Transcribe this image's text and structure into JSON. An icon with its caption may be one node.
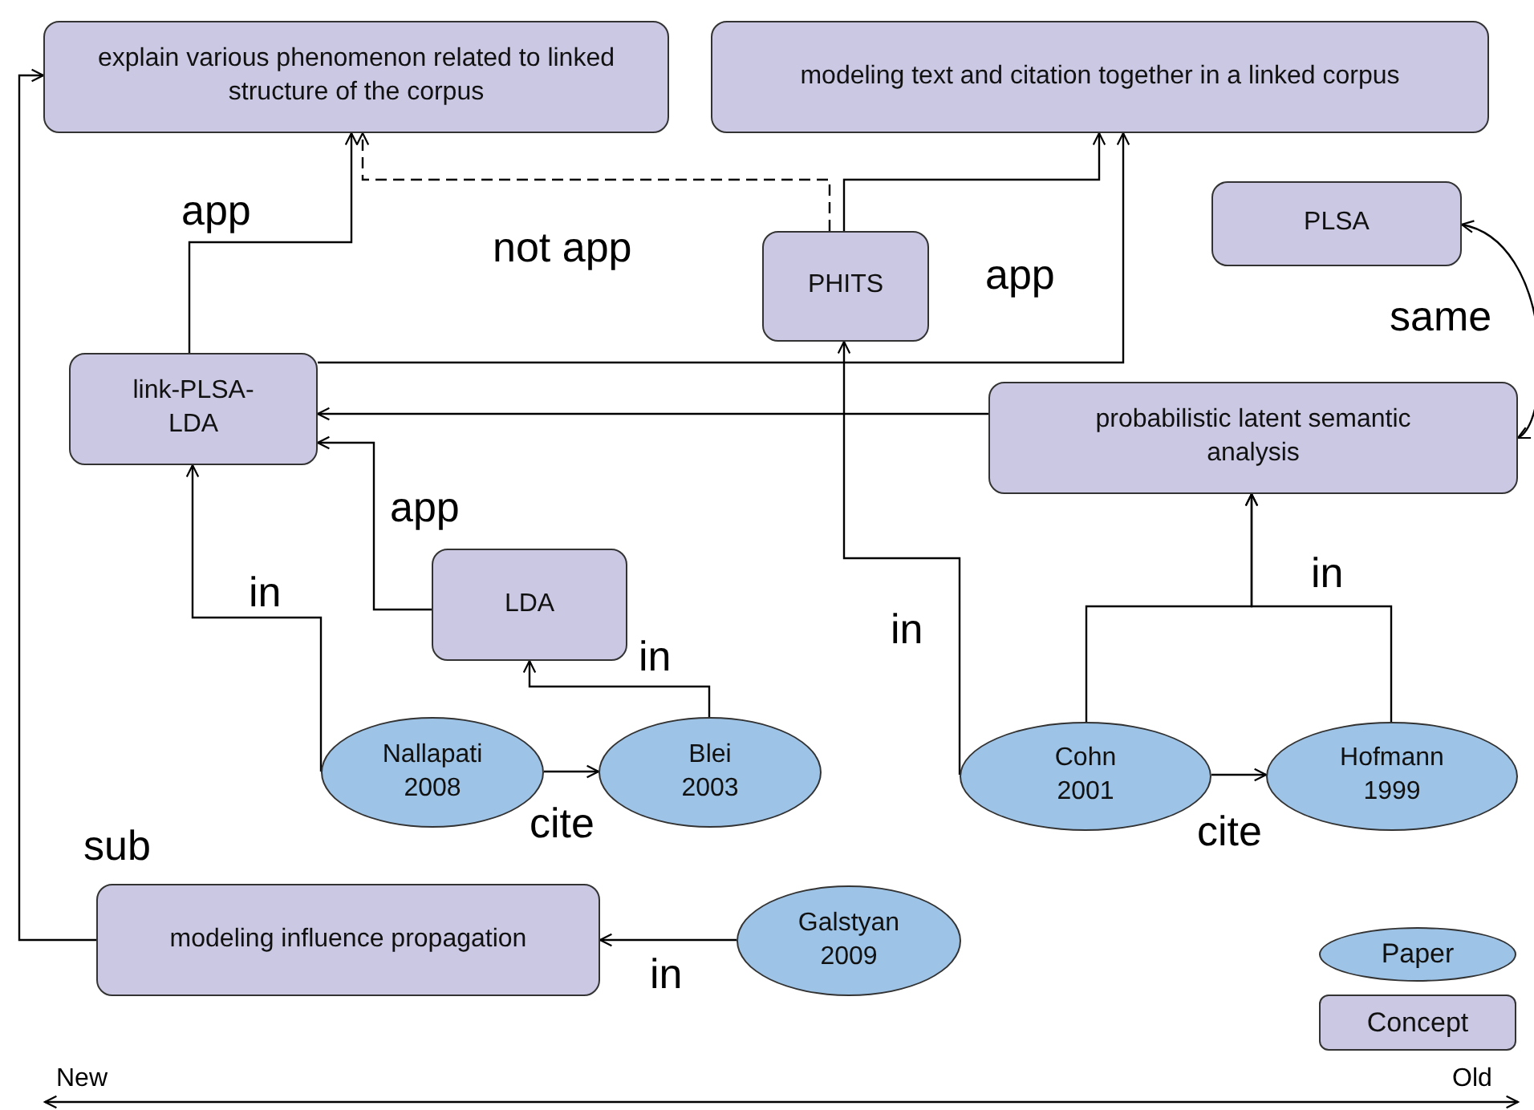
{
  "diagram": {
    "nodes": [
      {
        "text": [
          "explain various phenomenon related to linked structure of the corpus"
        ]
      },
      {
        "text": [
          "modeling text and citation together in a linked corpus"
        ]
      },
      {
        "text": [
          "PLSA"
        ]
      },
      {
        "text": [
          "PHITS"
        ]
      },
      {
        "text": [
          "link-PLSA-LDA"
        ]
      },
      {
        "text": [
          "probabilistic latent semantic analysis"
        ]
      },
      {
        "text": [
          "LDA"
        ]
      },
      {
        "text": [
          "Nallapati 2008"
        ]
      },
      {
        "text": [
          "Blei 2003"
        ]
      },
      {
        "text": [
          "Cohn 2001"
        ]
      },
      {
        "text": [
          "Hofmann 1999"
        ]
      },
      {
        "text": [
          "modeling influence propagation"
        ]
      },
      {
        "text": [
          "Galstyan 2009"
        ]
      }
    ],
    "edges": [
      {
        "from": 4,
        "to": 0,
        "arrow": "to",
        "label": "app"
      },
      {
        "from": 3,
        "to": 0,
        "arrow": "to",
        "label": "not app",
        "style": "dashed"
      },
      {
        "from": 3,
        "to": 1,
        "arrow": "to"
      },
      {
        "from": 4,
        "to": 1,
        "arrow": "to",
        "label": "app"
      },
      {
        "from": 5,
        "to": 4,
        "arrow": "to"
      },
      {
        "from": 6,
        "to": 4,
        "arrow": "to",
        "label": "app"
      },
      {
        "from": 7,
        "to": 4,
        "arrow": "to",
        "label": "in"
      },
      {
        "from": 8,
        "to": 6,
        "arrow": "to",
        "label": "in"
      },
      {
        "from": 7,
        "to": 8,
        "arrow": "to",
        "label": "cite"
      },
      {
        "from": 9,
        "to": 3,
        "arrow": "to",
        "label": "in"
      },
      {
        "from": 9,
        "to": 5,
        "arrow": "to"
      },
      {
        "from": 10,
        "to": 5,
        "arrow": "to",
        "label": "in"
      },
      {
        "from": 9,
        "to": 10,
        "arrow": "to",
        "label": "cite"
      },
      {
        "from": 12,
        "to": 11,
        "arrow": "to",
        "label": "in"
      },
      {
        "from": 11,
        "to": 0,
        "arrow": "to",
        "label": "sub"
      },
      {
        "from": 5,
        "to": 2,
        "arrow": "both",
        "label": "same"
      }
    ],
    "labels": [
      "New",
      "Old"
    ],
    "legend": [
      {
        "text": "Paper",
        "color": "#9dc3e6"
      },
      {
        "text": "Concept",
        "color": "#cbc8e3"
      }
    ]
  }
}
